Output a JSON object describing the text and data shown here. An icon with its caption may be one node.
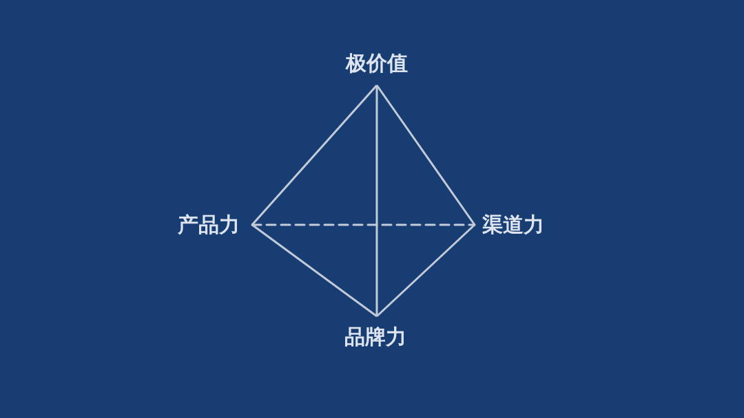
{
  "diagram": {
    "nodes": [
      {
        "text": [
          "极价值"
        ]
      },
      {
        "text": [
          "产品力"
        ]
      },
      {
        "text": [
          "渠道力"
        ]
      },
      {
        "text": [
          "品牌力"
        ]
      }
    ],
    "edges": [
      {
        "from": 0,
        "to": 1,
        "arrow": "none"
      },
      {
        "from": 0,
        "to": 2,
        "arrow": "none"
      },
      {
        "from": 0,
        "to": 3,
        "arrow": "none"
      },
      {
        "from": 1,
        "to": 3,
        "arrow": "none"
      },
      {
        "from": 2,
        "to": 3,
        "arrow": "none"
      },
      {
        "from": 1,
        "to": 2,
        "arrow": "none",
        "style": "dashed"
      }
    ]
  }
}
